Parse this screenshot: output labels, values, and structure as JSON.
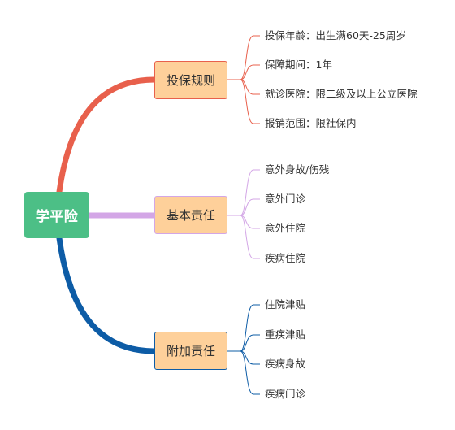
{
  "root": {
    "label": "学平险",
    "color": "#4cbf86"
  },
  "branches": [
    {
      "label": "投保规则",
      "color": "#e8604c",
      "node_fill": "#fed09a",
      "items": [
        "投保年龄：出生满60天-25周岁",
        "保障期间：1年",
        "就诊医院：限二级及以上公立医院",
        "报销范围：限社保内"
      ]
    },
    {
      "label": "基本责任",
      "color": "#d3a6e6",
      "node_fill": "#fed09a",
      "items": [
        "意外身故/伤残",
        "意外门诊",
        "意外住院",
        "疾病住院"
      ]
    },
    {
      "label": "附加责任",
      "color": "#0d5ca6",
      "node_fill": "#fed09a",
      "items": [
        "住院津贴",
        "重疾津贴",
        "疾病身故",
        "疾病门诊"
      ]
    }
  ]
}
